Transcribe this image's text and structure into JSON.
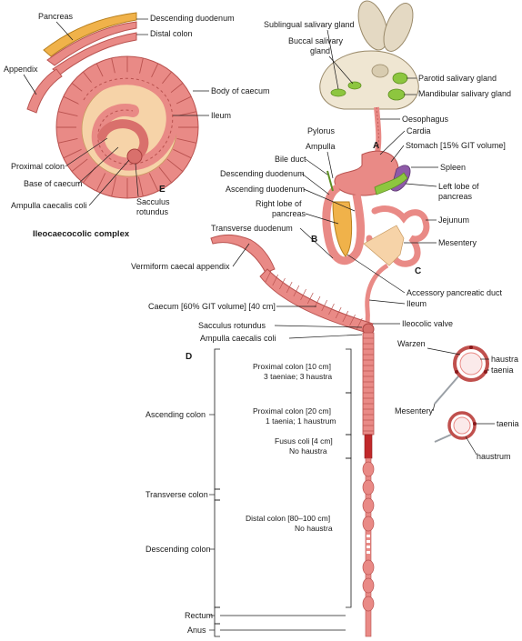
{
  "panel_letters": {
    "a": "A",
    "b": "B",
    "c": "C",
    "d": "D",
    "e": "E"
  },
  "complex_title": "Ileocaecocolic complex",
  "complex_labels": {
    "pancreas": "Pancreas",
    "descending_duodenum": "Descending duodenum",
    "distal_colon": "Distal colon",
    "appendix": "Appendix",
    "body_of_caecum": "Body of caecum",
    "ileum": "Ileum",
    "proximal_colon": "Proximal colon",
    "base_of_caecum": "Base of caecum",
    "ampulla_caecalis_coli": "Ampulla caecalis coli",
    "sacculus_rotundus_1": "Sacculus",
    "sacculus_rotundus_2": "rotundus"
  },
  "head_labels": {
    "sublingual": "Sublingual salivary gland",
    "buccal_1": "Buccal salivary",
    "buccal_2": "gland",
    "parotid": "Parotid salivary gland",
    "mandibular": "Mandibular salivary gland"
  },
  "upper_labels": {
    "oesophagus": "Oesophagus",
    "cardia": "Cardia",
    "stomach": "Stomach [15% GIT volume]",
    "pylorus": "Pylorus",
    "ampulla": "Ampulla",
    "bile_duct": "Bile duct",
    "descending_duodenum": "Descending duodenum",
    "ascending_duodenum": "Ascending duodenum",
    "right_lobe_1": "Right lobe of",
    "right_lobe_2": "pancreas",
    "transverse_duodenum": "Transverse duodenum",
    "spleen": "Spleen",
    "left_lobe_1": "Left lobe of",
    "left_lobe_2": "pancreas",
    "jejunum": "Jejunum",
    "mesentery": "Mesentery",
    "accessory_duct": "Accessory pancreatic duct",
    "ileum": "Ileum"
  },
  "lower_labels": {
    "appendix": "Vermiform caecal appendix",
    "caecum": "Caecum [60% GIT volume] [40 cm]",
    "sacculus": "Sacculus rotundus",
    "ampulla": "Ampulla caecalis coli",
    "ileocolic": "Ileocolic valve"
  },
  "colon_sections": {
    "prox1_a": "Proximal colon [10 cm]",
    "prox1_b": "3 taeniae; 3 haustra",
    "prox2_a": "Proximal colon [20 cm]",
    "prox2_b": "1 taenia; 1 haustrum",
    "fusus_a": "Fusus coli [4 cm]",
    "fusus_b": "No haustra",
    "distal_a": "Distal colon [80–100 cm]",
    "distal_b": "No haustra"
  },
  "colon_regions": {
    "ascending": "Ascending colon",
    "transverse": "Transverse colon",
    "descending": "Descending colon",
    "rectum": "Rectum",
    "anus": "Anus"
  },
  "cross_section": {
    "warzen": "Warzen",
    "haustra": "haustra",
    "taenia_1": "taenia",
    "mesentery": "Mesentery",
    "taenia_2": "taenia",
    "haustrum": "haustrum"
  },
  "colors": {
    "gut": "#e98a86",
    "gut_outline": "#b9524f",
    "pancreas": "#f0b24a",
    "spleen": "#8e5aa8",
    "gland": "#8dc63f"
  }
}
